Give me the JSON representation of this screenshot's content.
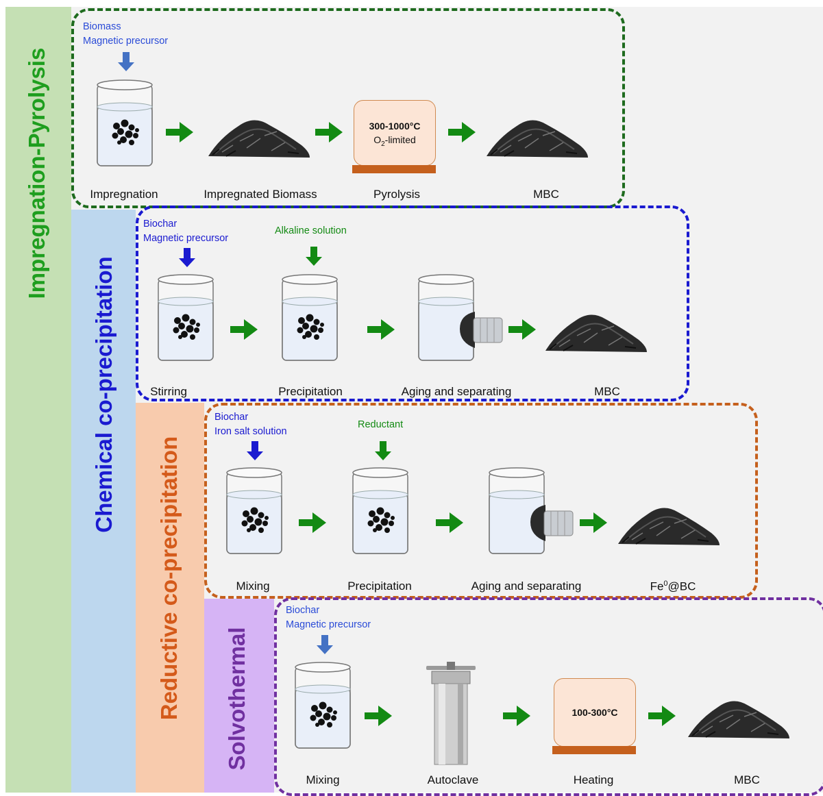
{
  "colors": {
    "green_band": "#c5e0b4",
    "blue_band": "#bdd7ee",
    "orange_band": "#f8cbad",
    "purple_band": "#d6b4f5",
    "panel_bg": "#f2f2f2",
    "green_dash": "#1e6b1e",
    "blue_dash": "#1a1ad0",
    "orange_dash": "#c5601d",
    "purple_dash": "#7030a0",
    "arrow_green": "#138a13",
    "arrow_blue": "#1a1ad0",
    "arrow_steelblue": "#4472c4"
  },
  "methods": [
    {
      "title": "Impregnation-Pyrolysis",
      "inputs": [
        "Biomass",
        "Magnetic precursor"
      ],
      "steps": [
        "Impregnation",
        "Impregnated Biomass",
        "Pyrolysis",
        "MBC"
      ],
      "furnace": {
        "line1": "300-1000°C",
        "line2_main": "O",
        "line2_sub": "2",
        "line2_rest": "-limited"
      }
    },
    {
      "title": "Chemical co-precipitation",
      "inputs": [
        "Biochar",
        "Magnetic precursor"
      ],
      "second_input": "Alkaline solution",
      "steps": [
        "Stirring",
        "Precipitation",
        "Aging and separating",
        "MBC"
      ]
    },
    {
      "title": "Reductive co-precipitation",
      "inputs": [
        "Biochar",
        "Iron salt solution"
      ],
      "second_input": "Reductant",
      "steps": [
        "Mixing",
        "Precipitation",
        "Aging and separating"
      ],
      "product": {
        "main": "Fe",
        "sup": "0",
        "rest": "@BC"
      }
    },
    {
      "title": "Solvothermal",
      "inputs": [
        "Biochar",
        "Magnetic precursor"
      ],
      "steps": [
        "Mixing",
        "Autoclave",
        "Heating",
        "MBC"
      ],
      "furnace": {
        "line1": "100-300°C"
      }
    }
  ]
}
